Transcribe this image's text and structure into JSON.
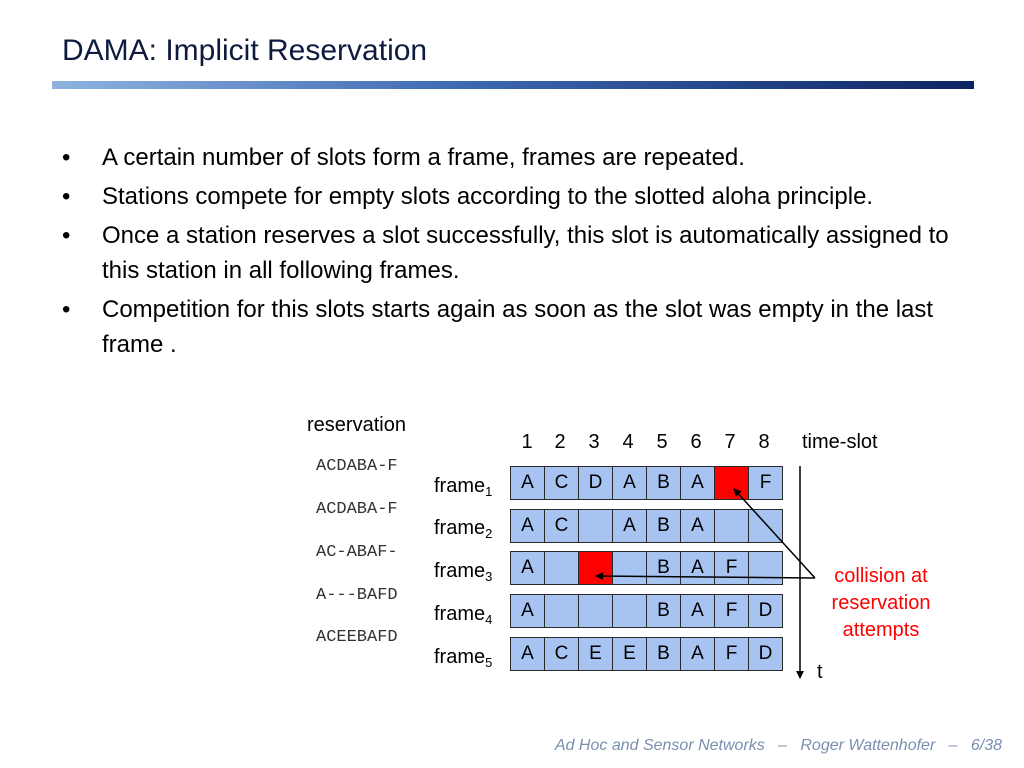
{
  "title": "DAMA: Implicit Reservation",
  "bullets": [
    "A certain number of slots form a frame, frames are repeated.",
    "Stations compete for empty slots according to the slotted aloha principle.",
    "Once a station reserves a slot successfully, this slot is automatically assigned to this station in all following frames.",
    "Competition for this slots starts again as soon as the slot was empty in the last frame ."
  ],
  "bullet_symbol": "•",
  "diagram": {
    "reservation_title": "reservation",
    "reservations": [
      "ACDABA-F",
      "ACDABA-F",
      "AC-ABAF-",
      "A---BAFD",
      "ACEEBAFD"
    ],
    "slot_numbers": [
      "1",
      "2",
      "3",
      "4",
      "5",
      "6",
      "7",
      "8"
    ],
    "time_slot_label": "time-slot",
    "frame_word": "frame",
    "frame_indices": [
      "1",
      "2",
      "3",
      "4",
      "5"
    ],
    "frames": [
      [
        "A",
        "C",
        "D",
        "A",
        "B",
        "A",
        "",
        "F"
      ],
      [
        "A",
        "C",
        "",
        "A",
        "B",
        "A",
        "",
        ""
      ],
      [
        "A",
        "",
        "",
        "",
        "B",
        "A",
        "F",
        ""
      ],
      [
        "A",
        "",
        "",
        "",
        "B",
        "A",
        "F",
        "D"
      ],
      [
        "A",
        "C",
        "E",
        "E",
        "B",
        "A",
        "F",
        "D"
      ]
    ],
    "collision_text": [
      "collision at",
      "reservation",
      "attempts"
    ],
    "time_axis_label": "t",
    "colors": {
      "slot": "#a6c3f1",
      "collision": "#ff0000",
      "annotation": "#ff0000"
    }
  },
  "footer": {
    "course": "Ad Hoc and Sensor Networks",
    "author": "Roger Wattenhofer",
    "separator": "–",
    "page": "6/38"
  }
}
